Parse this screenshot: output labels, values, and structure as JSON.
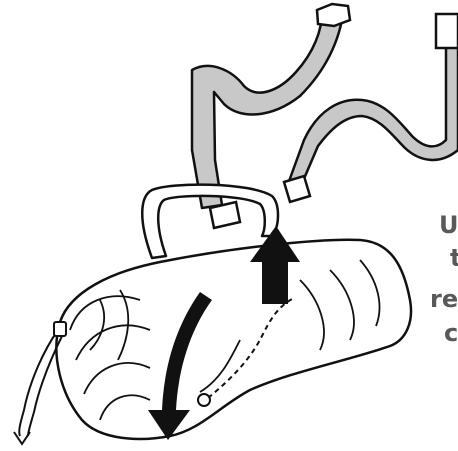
{
  "caption": {
    "line_1": "U",
    "line_2": "t",
    "line_3": "re",
    "line_4": "c"
  },
  "colors": {
    "outline": "#111111",
    "strap_fill": "#c8c8c8",
    "text": "#595959",
    "background": "#ffffff"
  },
  "icons": {
    "up_arrow": "arrow-up-icon",
    "down_arrow": "arrow-down-curved-icon"
  }
}
